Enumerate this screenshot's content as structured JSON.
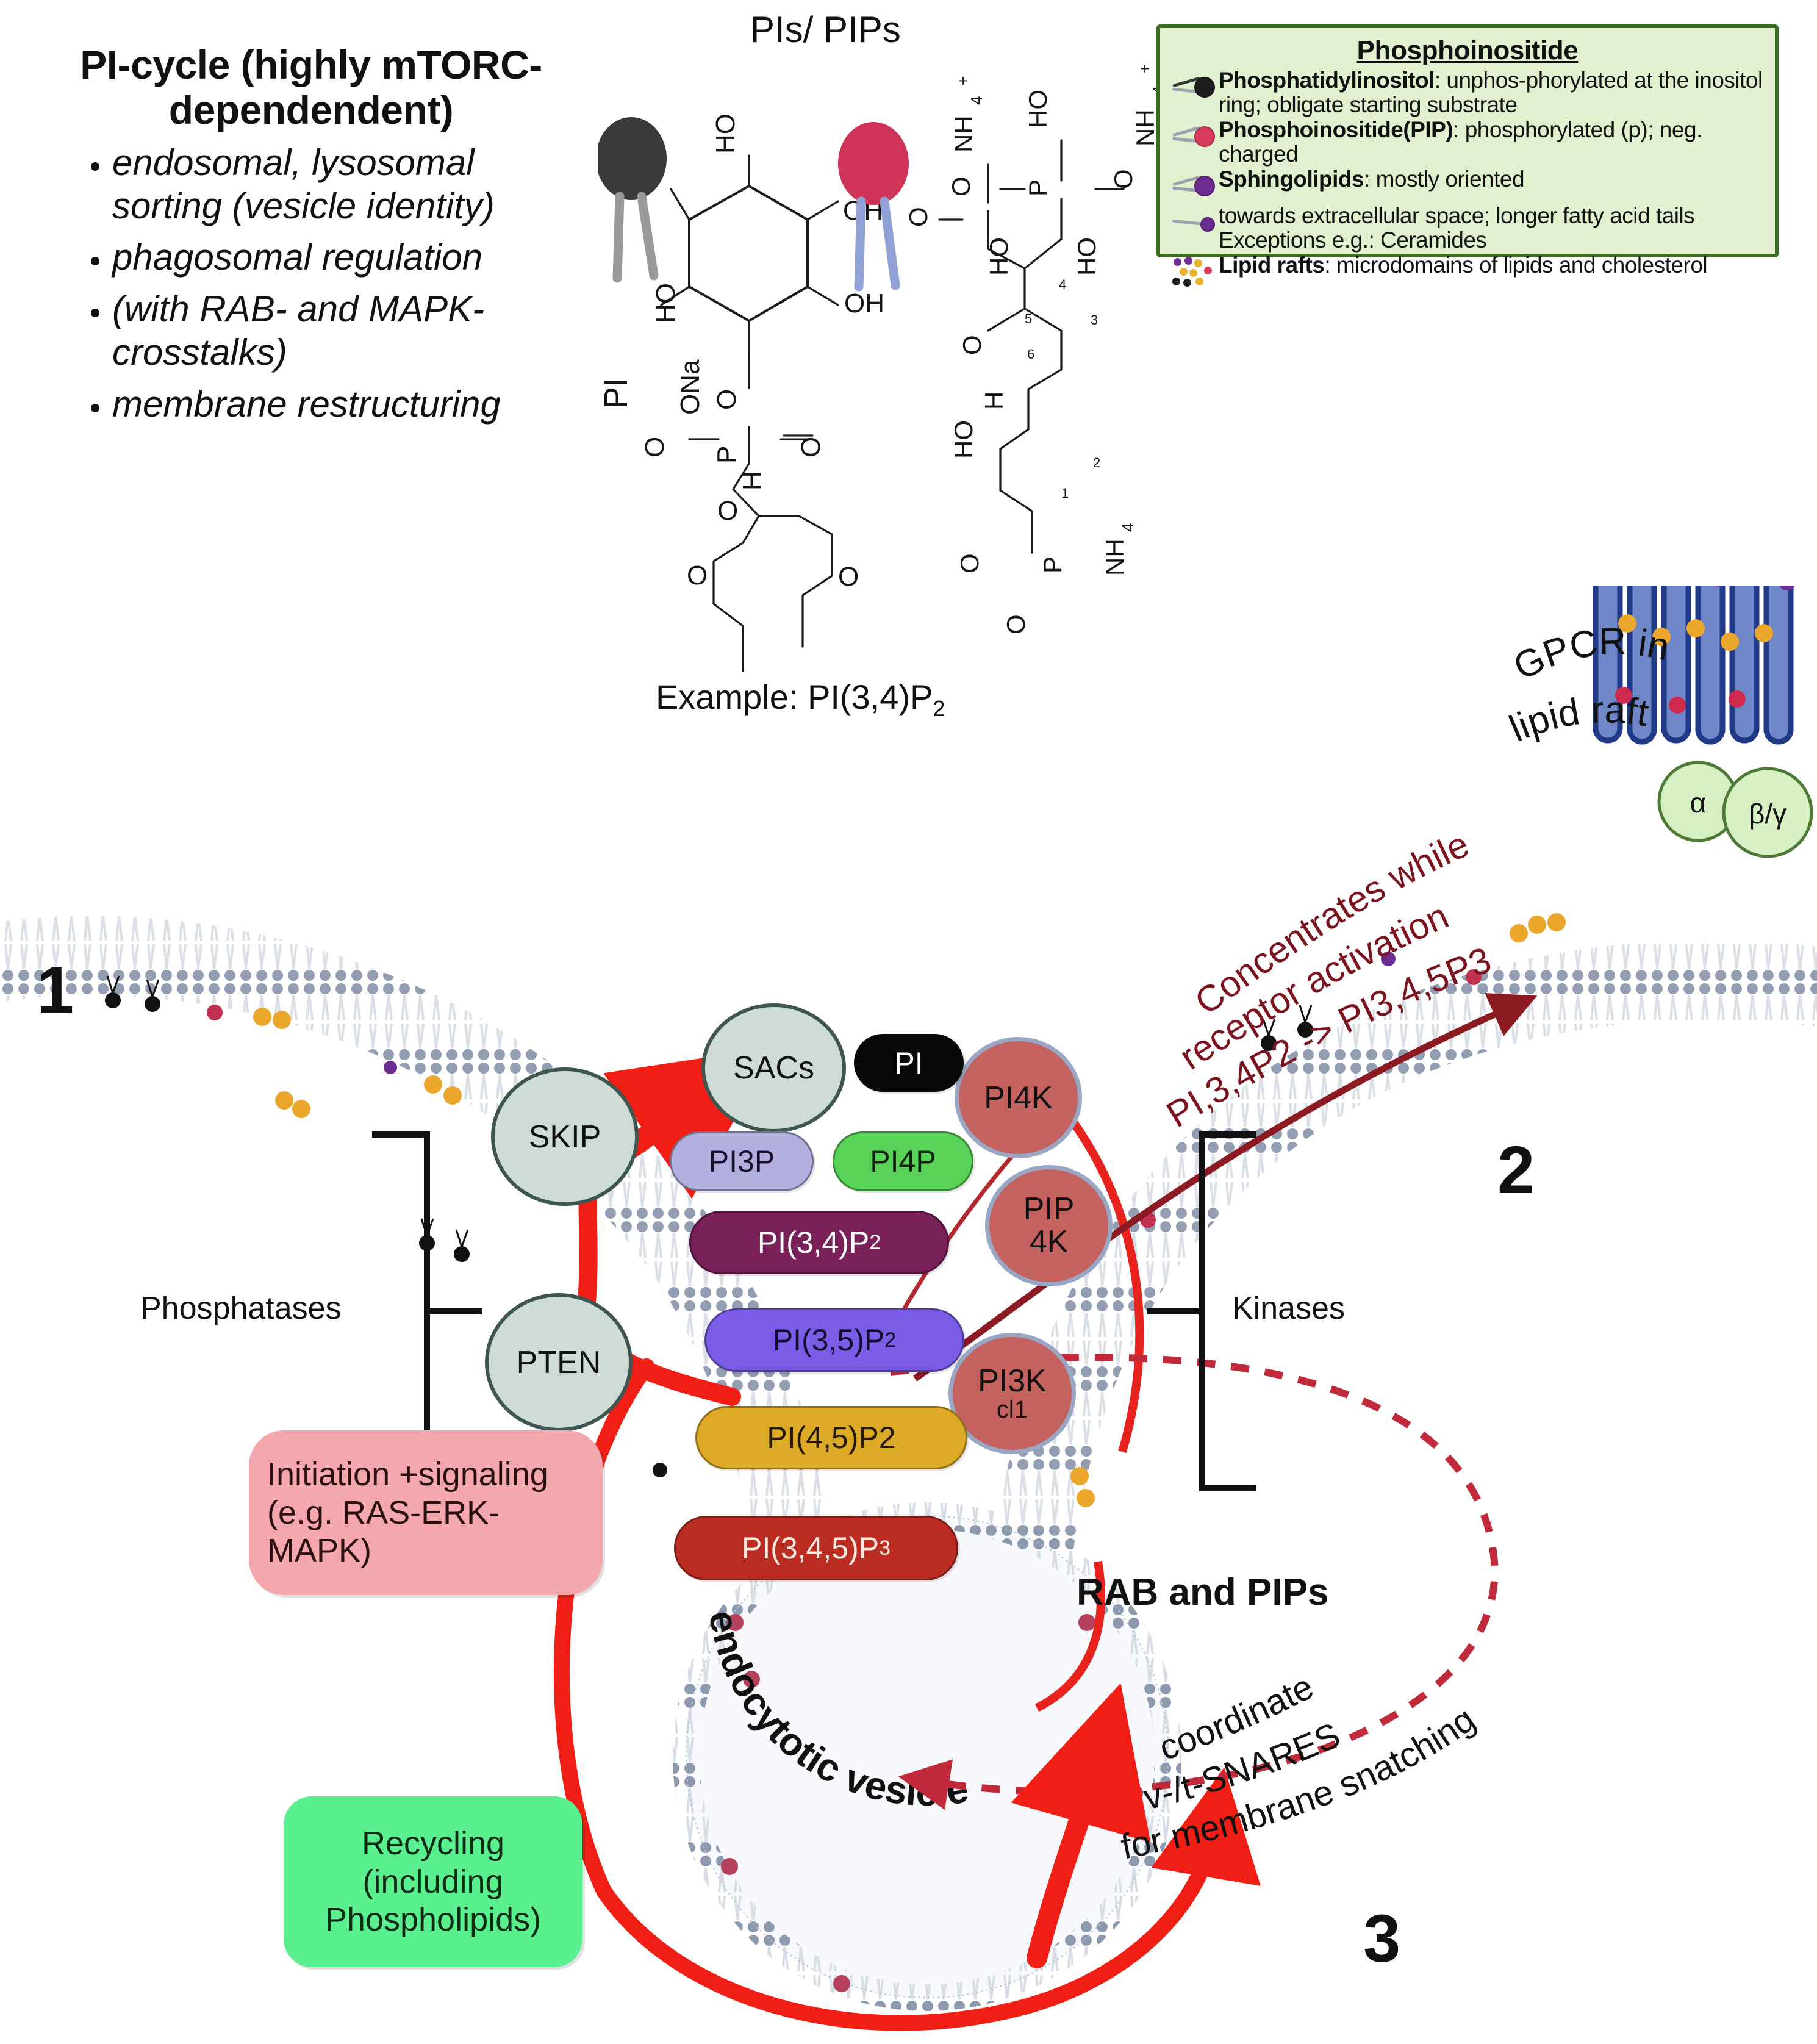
{
  "picycle": {
    "title": "PI-cycle (highly mTORC-dependendent)",
    "bullets": [
      "endosomal, lysosomal sorting (vesicle identity)",
      "phagosomal regulation",
      "(with  RAB- and MAPK-crosstalks)",
      "membrane restructuring"
    ]
  },
  "structures": {
    "title": "PIs/ PIPs",
    "pi_label": "PI",
    "example_label": "Example: PI(3,4)P",
    "example_sub": "2",
    "atoms": [
      "HO",
      "HO",
      "HO",
      "OH",
      "HO",
      "O",
      "ONa",
      "P",
      "O",
      "H",
      "O",
      "O",
      "O",
      "O",
      "O",
      "OH",
      "NH4",
      "+",
      "O",
      "P",
      "O",
      "NH4",
      "+",
      "HO",
      "H",
      "OH",
      "O",
      "P",
      "O",
      "OH",
      "NH4",
      "+",
      "1",
      "2",
      "3",
      "4",
      "5",
      "6"
    ]
  },
  "legend": {
    "title": "Phosphoinositide",
    "items": [
      {
        "name": "Phosphatidylinositol",
        "text": ": unphos-phorylated at the inositol ring; obligate starting substrate",
        "head_color": "#1d1d1d",
        "swatch": "lipid"
      },
      {
        "name": "Phosphoinositide(PIP)",
        "text": ": phosphorylated (p); neg. charged",
        "head_color": "#d93b5c",
        "swatch": "lipid"
      },
      {
        "name": "Sphingolipids",
        "text": ": mostly oriented",
        "head_color": "#6b2d8f",
        "swatch": "lipid"
      },
      {
        "name": "",
        "text": "towards extracellular space; longer fatty acid tails Exceptions e.g.: Ceramides",
        "head_color": "#6b2d8f",
        "swatch": "lipid-small"
      },
      {
        "name": "Lipid rafts",
        "text": ": microdomains of lipids and cholesterol",
        "head_color": "#e8b32a",
        "swatch": "raft"
      }
    ],
    "box_fill": "#e1f0cf",
    "box_border": "#3d6c1e"
  },
  "scene": {
    "numbers": [
      "1",
      "2",
      "3"
    ],
    "phosphatases_label": "Phosphatases",
    "kinases_label": "Kinases",
    "phosphatase_nodes": [
      {
        "label": "SACs"
      },
      {
        "label": "SKIP"
      },
      {
        "label": "PTEN"
      }
    ],
    "kinase_nodes": [
      {
        "label": "PI4K",
        "label2": ""
      },
      {
        "label": "PIP",
        "label2": "4K"
      },
      {
        "label": "PI3K",
        "label2": "cl1"
      }
    ],
    "pi_badge": "PI",
    "pip_species": [
      {
        "label": "PI3P",
        "fill": "#b2aede",
        "text": "#1c1030"
      },
      {
        "label": "PI4P",
        "fill": "#58d257",
        "text": "#10250f"
      },
      {
        "label": "PI(3,4)P",
        "sub": "2",
        "fill": "#7a2059",
        "text": "#ffffff"
      },
      {
        "label": "PI(3,5)P",
        "sub": "2",
        "fill": "#7a5ce6",
        "text": "#160b2d"
      },
      {
        "label": "PI(4,5)P2",
        "fill": "#ddaa28",
        "text": "#241900"
      },
      {
        "label": "PI(3,4,5)P",
        "sub": "3",
        "fill": "#bb2d23",
        "text": "#ffeadf"
      }
    ],
    "initiation_box": "Initiation +signaling (e.g. RAS-ERK-MAPK)",
    "recycling_box": "Recycling (including Phospholipids)",
    "vesicle_label": "endocytotic vesicle",
    "gpcr_label": "GPCR in lipid raft",
    "g_alpha": "α",
    "g_betagamma": "β/γ",
    "concentrates_text": [
      "Concentrates while",
      "receptor activation",
      "PI,3,4P2 -> PI3,4,5P3"
    ],
    "rab_title": "RAB and PIPs",
    "rab_text": [
      "coordinate",
      "v-/t-SNARES",
      "for membrane snatching"
    ]
  },
  "colors": {
    "red_arrow": "#f01e14",
    "dark_red": "#8c1a22",
    "membrane_head": "#8d99ae",
    "protein_fill": "#cfdcd5",
    "protein_stroke": "#3f5550",
    "kinase_fill": "#c4625f",
    "kinase_stroke": "#9aa7c4",
    "pink_box": "#f4a7ad",
    "green_box": "#5bf08f",
    "gpcr_blue": "#6f87c9",
    "gpcr_outline": "#1f3a86",
    "g_subunit": "#d6efc3"
  }
}
